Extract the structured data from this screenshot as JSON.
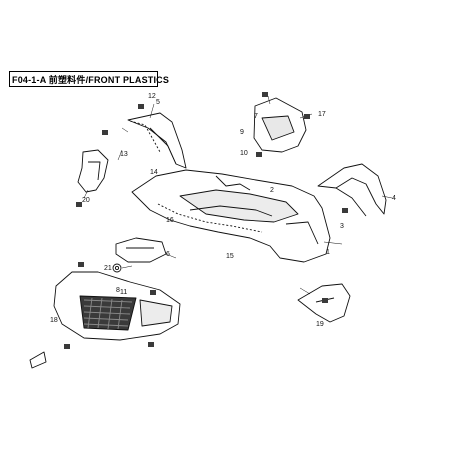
{
  "title": "F04-1-A 前塑料件/FRONT PLASTICS",
  "callouts": [
    "1",
    "2",
    "3",
    "4",
    "5",
    "6",
    "7",
    "8",
    "9",
    "10",
    "11",
    "12",
    "13",
    "14",
    "15",
    "16",
    "17",
    "18",
    "19",
    "20",
    "21"
  ],
  "colors": {
    "line": "#111111",
    "fill": "#ffffff",
    "shade": "#8a8a8a",
    "dark": "#3a3a3a"
  }
}
